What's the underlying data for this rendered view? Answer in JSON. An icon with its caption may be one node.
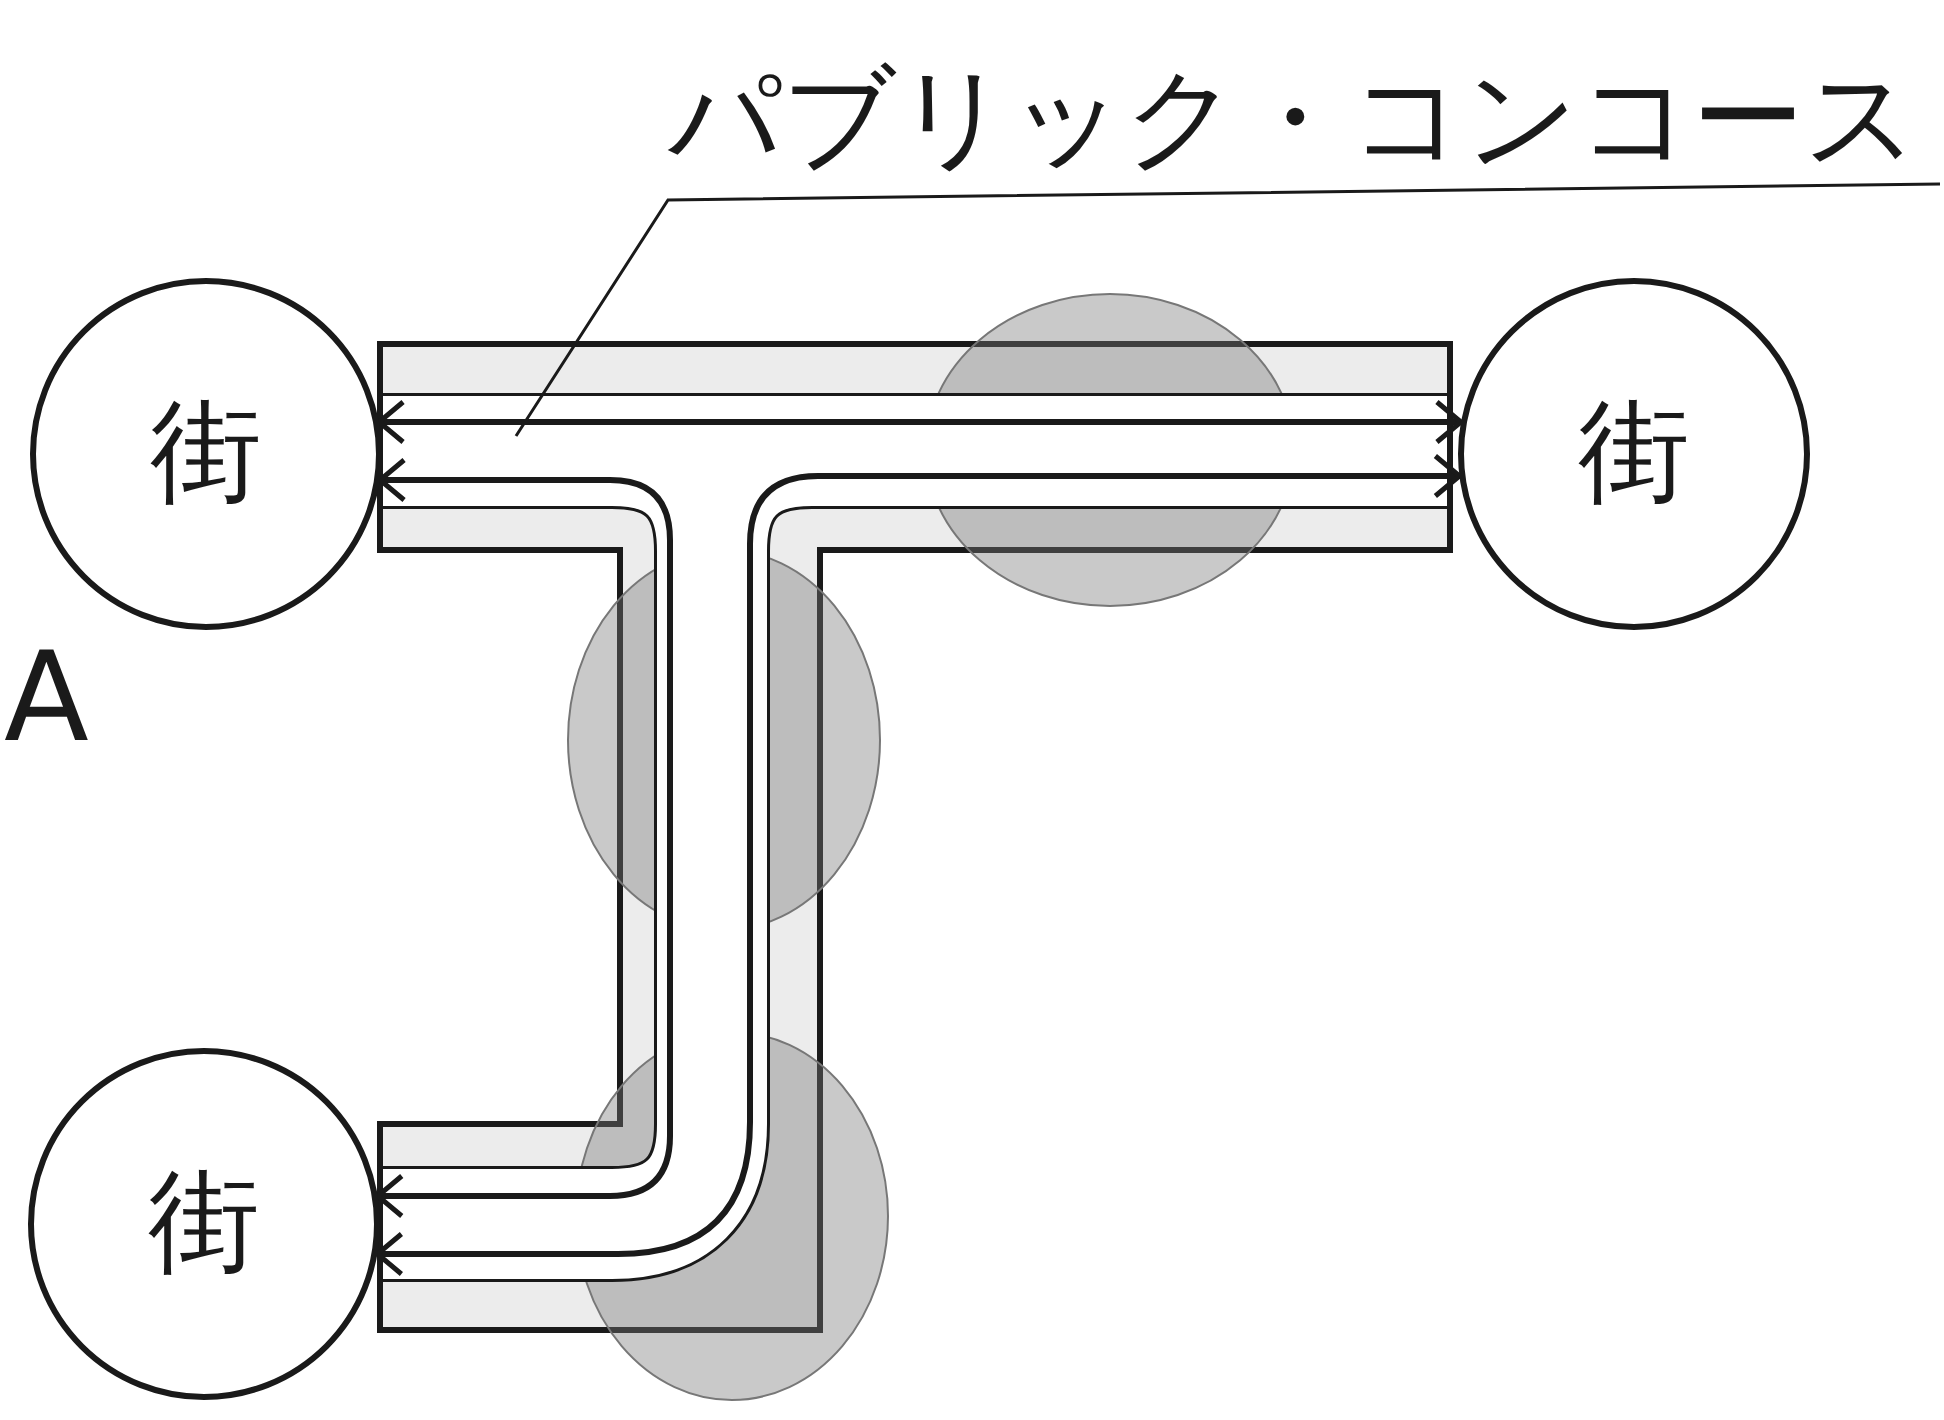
{
  "diagram": {
    "nodes": [
      {
        "text": [
          "パブリック・コンコース"
        ]
      },
      {
        "text": [
          "街"
        ]
      },
      {
        "text": [
          "街"
        ]
      },
      {
        "text": [
          "街"
        ]
      }
    ],
    "edges": [
      {
        "from": 0,
        "to": null,
        "arrow": "none"
      },
      {
        "from": 1,
        "to": 2,
        "arrow": "both"
      },
      {
        "from": 1,
        "to": 3,
        "arrow": "both"
      },
      {
        "from": 2,
        "to": 3,
        "arrow": "both"
      }
    ],
    "labels": [
      "A"
    ]
  }
}
